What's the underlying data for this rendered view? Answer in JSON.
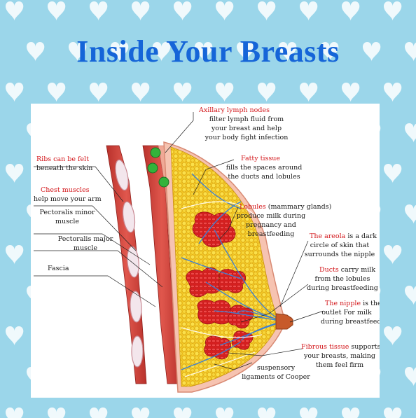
{
  "title": "Inside Your Breasts",
  "colors": {
    "background": "#9bd6ea",
    "title": "#1565d8",
    "heading": "#d3171b"
  },
  "labels": {
    "axillary": {
      "head": "Axillary lymph nodes",
      "l1": "filter lymph fluid  from",
      "l2": "your breast and help",
      "l3": "your body fight infection"
    },
    "ribs": {
      "head": "Ribs can be felt",
      "l1": "beneath the skin"
    },
    "fatty": {
      "head": "Fatty tissue",
      "l1": "fills the spaces around",
      "l2": "the ducts and lobules"
    },
    "chest": {
      "head": "Chest muscles",
      "l1": "help move your arm"
    },
    "lobules": {
      "head": "Lobules",
      "rest": " (mammary glands)",
      "l1": "produce milk during",
      "l2": "pregnancy and",
      "l3": "breastfeeding"
    },
    "pec_minor": {
      "l1": "Pectoralis minor",
      "l2": "muscle"
    },
    "pec_major": {
      "l1": "Pectoralis major",
      "l2": "muscle"
    },
    "areola": {
      "head": "The areola",
      "rest": " is a dark",
      "l1": "circle of skin that",
      "l2": "surrounds the nipple"
    },
    "fascia": {
      "l1": "Fascia"
    },
    "ducts": {
      "head": "Ducts",
      "rest": " carry milk",
      "l1": "from the lobules",
      "l2": "during breastfeeding"
    },
    "nipple": {
      "head": "The nipple",
      "rest": " is the",
      "l1": "outlet For milk",
      "l2": "during breastfeedin"
    },
    "fibrous": {
      "head": "Fibrous tissue",
      "rest": " supports",
      "l1": "your breasts, making",
      "l2": "them feel firm"
    },
    "suspensory": {
      "l1": "suspensory",
      "l2": "ligaments of Cooper"
    }
  }
}
